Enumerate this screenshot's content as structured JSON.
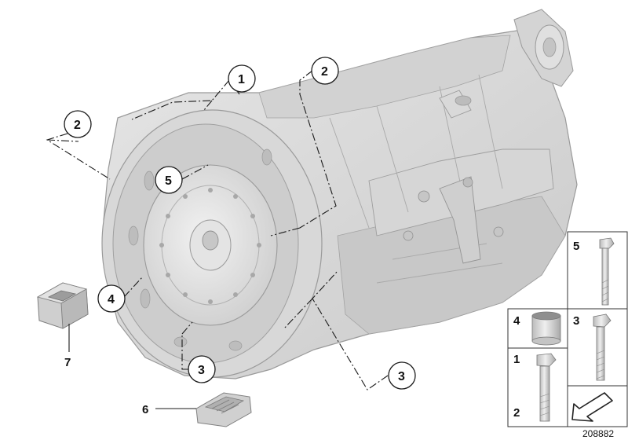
{
  "diagram": {
    "callouts": {
      "c1": "1",
      "c2_left": "2",
      "c2_top": "2",
      "c5": "5",
      "c4": "4",
      "c3_bottom": "3",
      "c3_right": "3"
    },
    "part_labels": {
      "p7": "7",
      "p6": "6"
    },
    "legend": {
      "l5": "5",
      "l4": "4",
      "l3": "3",
      "l1": "1",
      "l2": "2"
    },
    "document_number": "208882",
    "colors": {
      "housing": "#dcdcdc",
      "housing_shade": "#c6c6c6",
      "outline": "#9a9a9a",
      "lines": "#1a1a1a"
    }
  }
}
